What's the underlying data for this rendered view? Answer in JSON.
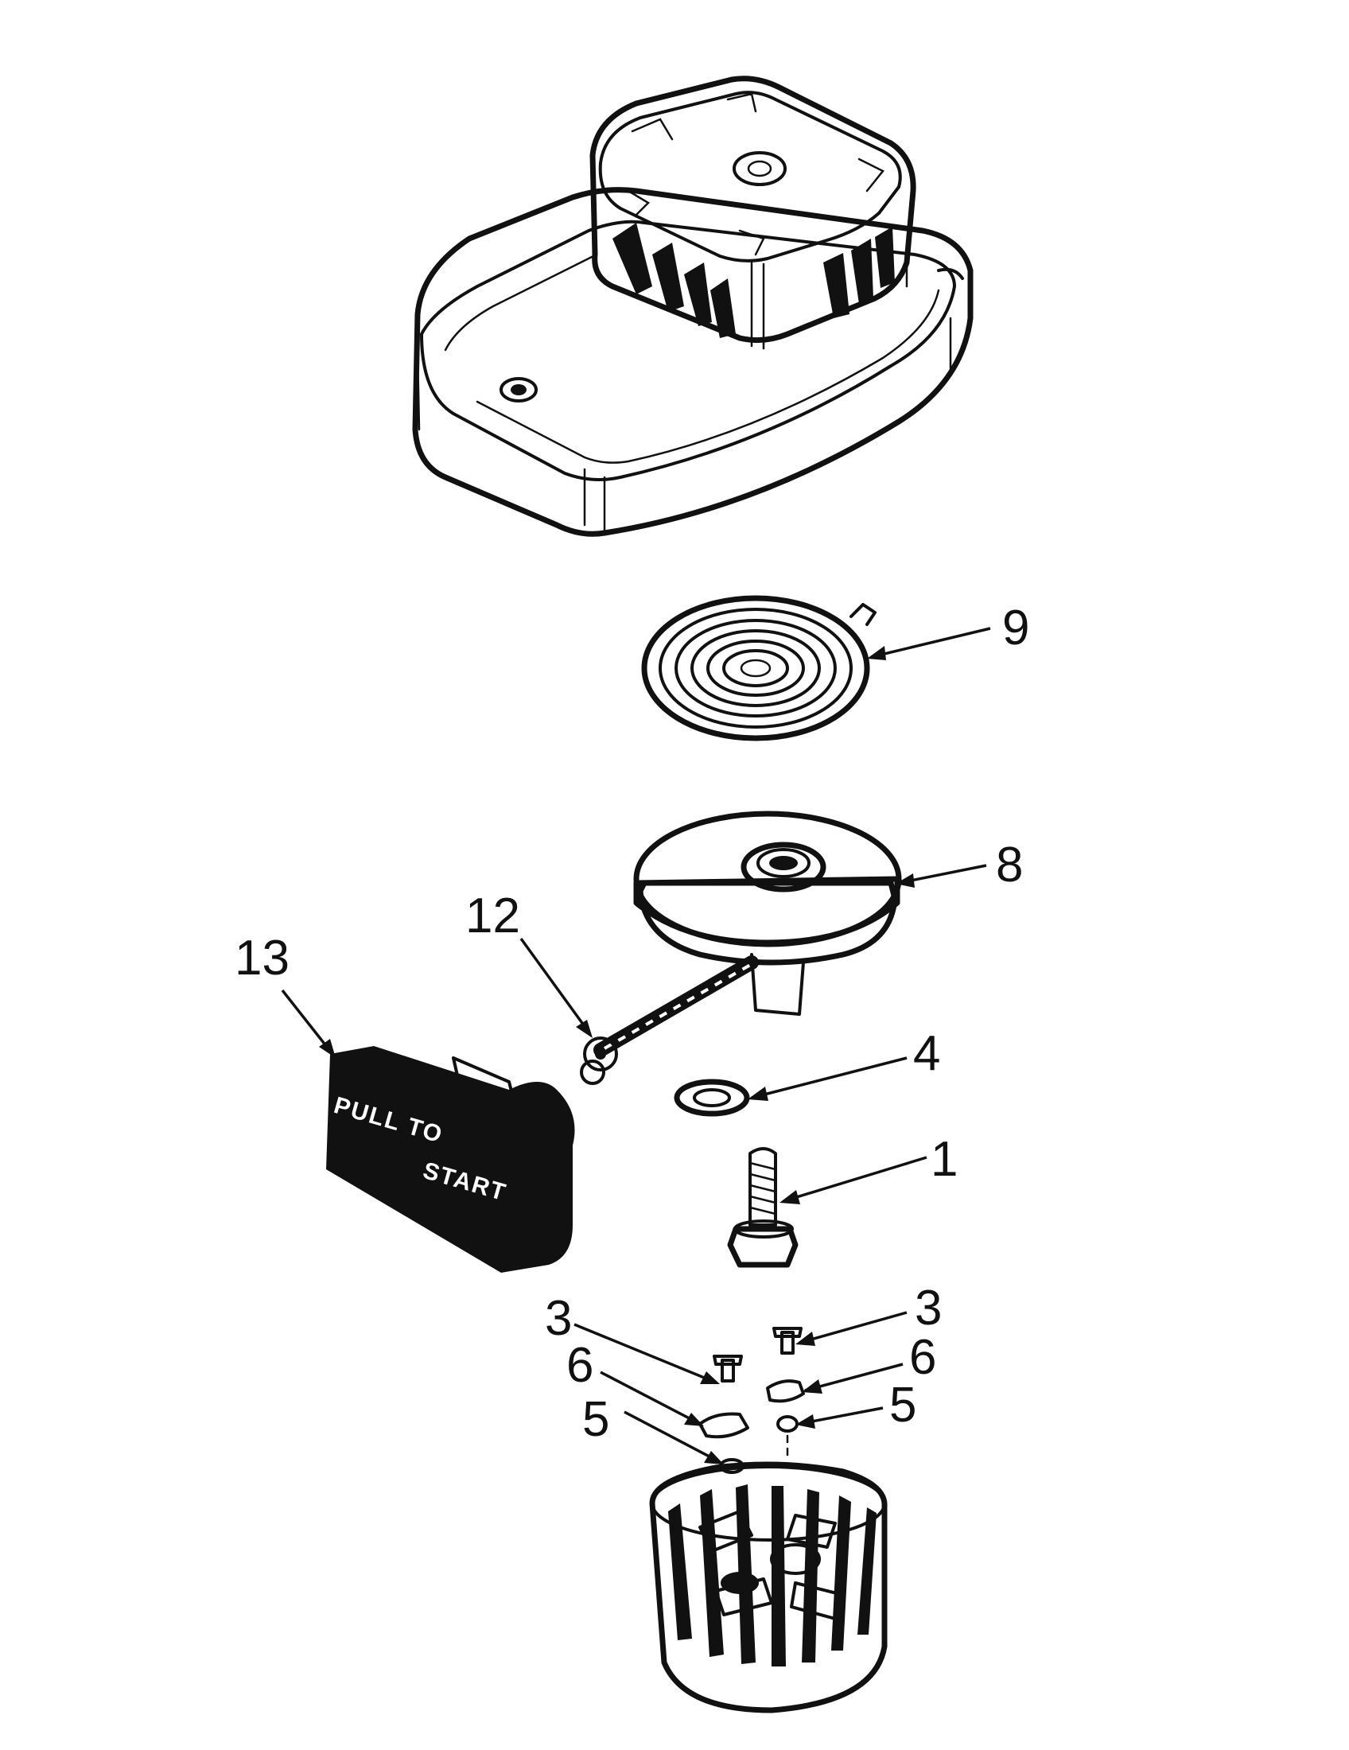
{
  "diagram": {
    "callouts": [
      {
        "id": "label-9",
        "text": "9"
      },
      {
        "id": "label-8",
        "text": "8"
      },
      {
        "id": "label-12",
        "text": "12"
      },
      {
        "id": "label-13",
        "text": "13"
      },
      {
        "id": "label-4",
        "text": "4"
      },
      {
        "id": "label-1",
        "text": "1"
      },
      {
        "id": "label-3a",
        "text": "3"
      },
      {
        "id": "label-3b",
        "text": "3"
      },
      {
        "id": "label-6a",
        "text": "6"
      },
      {
        "id": "label-6b",
        "text": "6"
      },
      {
        "id": "label-5a",
        "text": "5"
      },
      {
        "id": "label-5b",
        "text": "5"
      }
    ],
    "handle_text": {
      "left": "PULL TO",
      "right": "START"
    }
  }
}
